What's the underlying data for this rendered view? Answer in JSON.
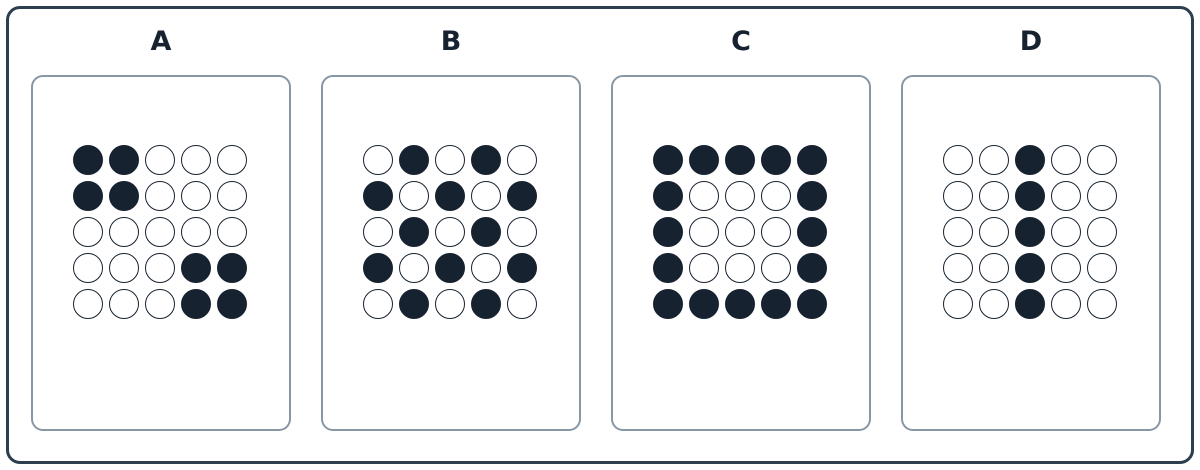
{
  "colors": {
    "frame": "#2d3e50",
    "card_border": "#8897a6",
    "filled": "#16222f",
    "empty": "#ffffff"
  },
  "options": [
    {
      "label": "A",
      "grid": [
        [
          1,
          1,
          0,
          0,
          0
        ],
        [
          1,
          1,
          0,
          0,
          0
        ],
        [
          0,
          0,
          0,
          0,
          0
        ],
        [
          0,
          0,
          0,
          1,
          1
        ],
        [
          0,
          0,
          0,
          1,
          1
        ]
      ]
    },
    {
      "label": "B",
      "grid": [
        [
          0,
          1,
          0,
          1,
          0
        ],
        [
          1,
          0,
          1,
          0,
          1
        ],
        [
          0,
          1,
          0,
          1,
          0
        ],
        [
          1,
          0,
          1,
          0,
          1
        ],
        [
          0,
          1,
          0,
          1,
          0
        ]
      ]
    },
    {
      "label": "C",
      "grid": [
        [
          1,
          1,
          1,
          1,
          1
        ],
        [
          1,
          0,
          0,
          0,
          1
        ],
        [
          1,
          0,
          0,
          0,
          1
        ],
        [
          1,
          0,
          0,
          0,
          1
        ],
        [
          1,
          1,
          1,
          1,
          1
        ]
      ]
    },
    {
      "label": "D",
      "grid": [
        [
          0,
          0,
          1,
          0,
          0
        ],
        [
          0,
          0,
          1,
          0,
          0
        ],
        [
          0,
          0,
          1,
          0,
          0
        ],
        [
          0,
          0,
          1,
          0,
          0
        ],
        [
          0,
          0,
          1,
          0,
          0
        ]
      ]
    }
  ]
}
